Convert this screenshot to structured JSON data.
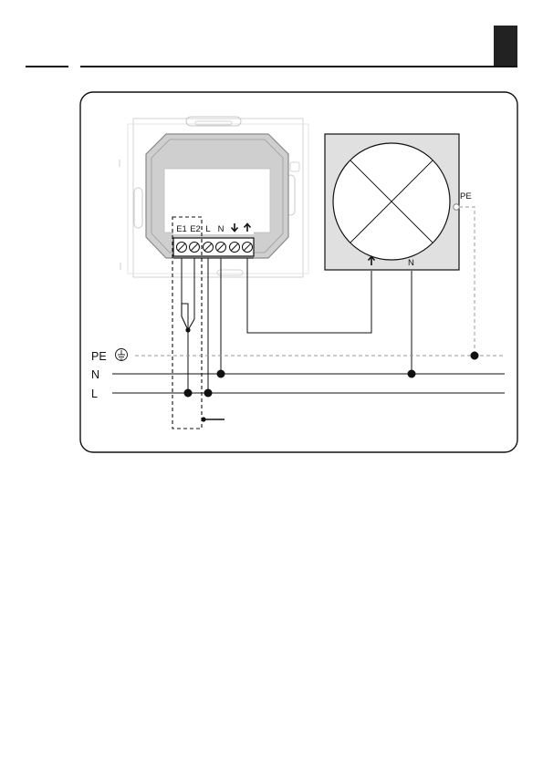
{
  "terminals": {
    "e1": "E1",
    "e2": "E2",
    "l": "L",
    "n": "N",
    "down": "↓",
    "up": "↑"
  },
  "motor": {
    "pe": "PE",
    "up": "↑",
    "n": "N"
  },
  "mains": {
    "pe": "PE",
    "n": "N",
    "l": "L"
  },
  "icons": [
    "earth-ground-icon",
    "arrow-down-icon",
    "arrow-up-icon",
    "motor-cross-icon",
    "switch-icon"
  ],
  "colors": {
    "line": "#111111",
    "housing": "#cccccc",
    "housing_border": "#888888",
    "insert_gray": "#cfcfcf",
    "motor_box": "#e0e0e0"
  }
}
